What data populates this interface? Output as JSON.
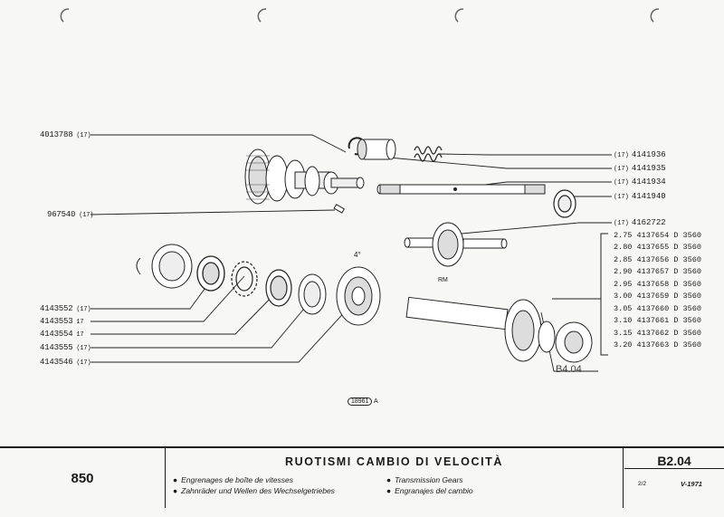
{
  "parts_left": [
    {
      "number": "4013788",
      "qty": "(17)"
    },
    {
      "number": "967540",
      "qty": "(17)"
    },
    {
      "number": "4143552",
      "qty": "(17)"
    },
    {
      "number": "4143553",
      "qty": "17"
    },
    {
      "number": "4143554",
      "qty": "17"
    },
    {
      "number": "4143555",
      "qty": "(17)"
    },
    {
      "number": "4143546",
      "qty": "(17)"
    }
  ],
  "parts_right": [
    {
      "qty": "(17)",
      "number": "4141936"
    },
    {
      "qty": "(17)",
      "number": "4141935"
    },
    {
      "qty": "(17)",
      "number": "4141934"
    },
    {
      "qty": "(17)",
      "number": "4141940"
    },
    {
      "qty": "(17)",
      "number": "4162722"
    }
  ],
  "ratio_table": [
    {
      "ratio": "2.75",
      "number": "4137654",
      "suffix": "D 3560"
    },
    {
      "ratio": "2.80",
      "number": "4137655",
      "suffix": "D 3560"
    },
    {
      "ratio": "2.85",
      "number": "4137656",
      "suffix": "D 3560"
    },
    {
      "ratio": "2.90",
      "number": "4137657",
      "suffix": "D 3560"
    },
    {
      "ratio": "2.95",
      "number": "4137658",
      "suffix": "D 3560"
    },
    {
      "ratio": "3.00",
      "number": "4137659",
      "suffix": "D 3560"
    },
    {
      "ratio": "3.05",
      "number": "4137660",
      "suffix": "D 3560"
    },
    {
      "ratio": "3.10",
      "number": "4137661",
      "suffix": "D 3560"
    },
    {
      "ratio": "3.15",
      "number": "4137662",
      "suffix": "D 3560"
    },
    {
      "ratio": "3.20",
      "number": "4137663",
      "suffix": "D 3560"
    }
  ],
  "labels": {
    "ref_code": "B4.04",
    "drawing_ref": "18961",
    "drawing_ref_suffix": "A",
    "rm": "RM",
    "four": "4°"
  },
  "footer": {
    "model": "850",
    "title": "RUOTISMI CAMBIO DI VELOCITÀ",
    "fr": "Engrenages de boîte de vitesses",
    "de": "Zahnräder und Wellen des Wechselgetriebes",
    "en": "Transmission Gears",
    "es": "Engranajes del cambio",
    "bullet": "●",
    "code": "B2.04",
    "page": "2/2",
    "date": "V-1971"
  }
}
